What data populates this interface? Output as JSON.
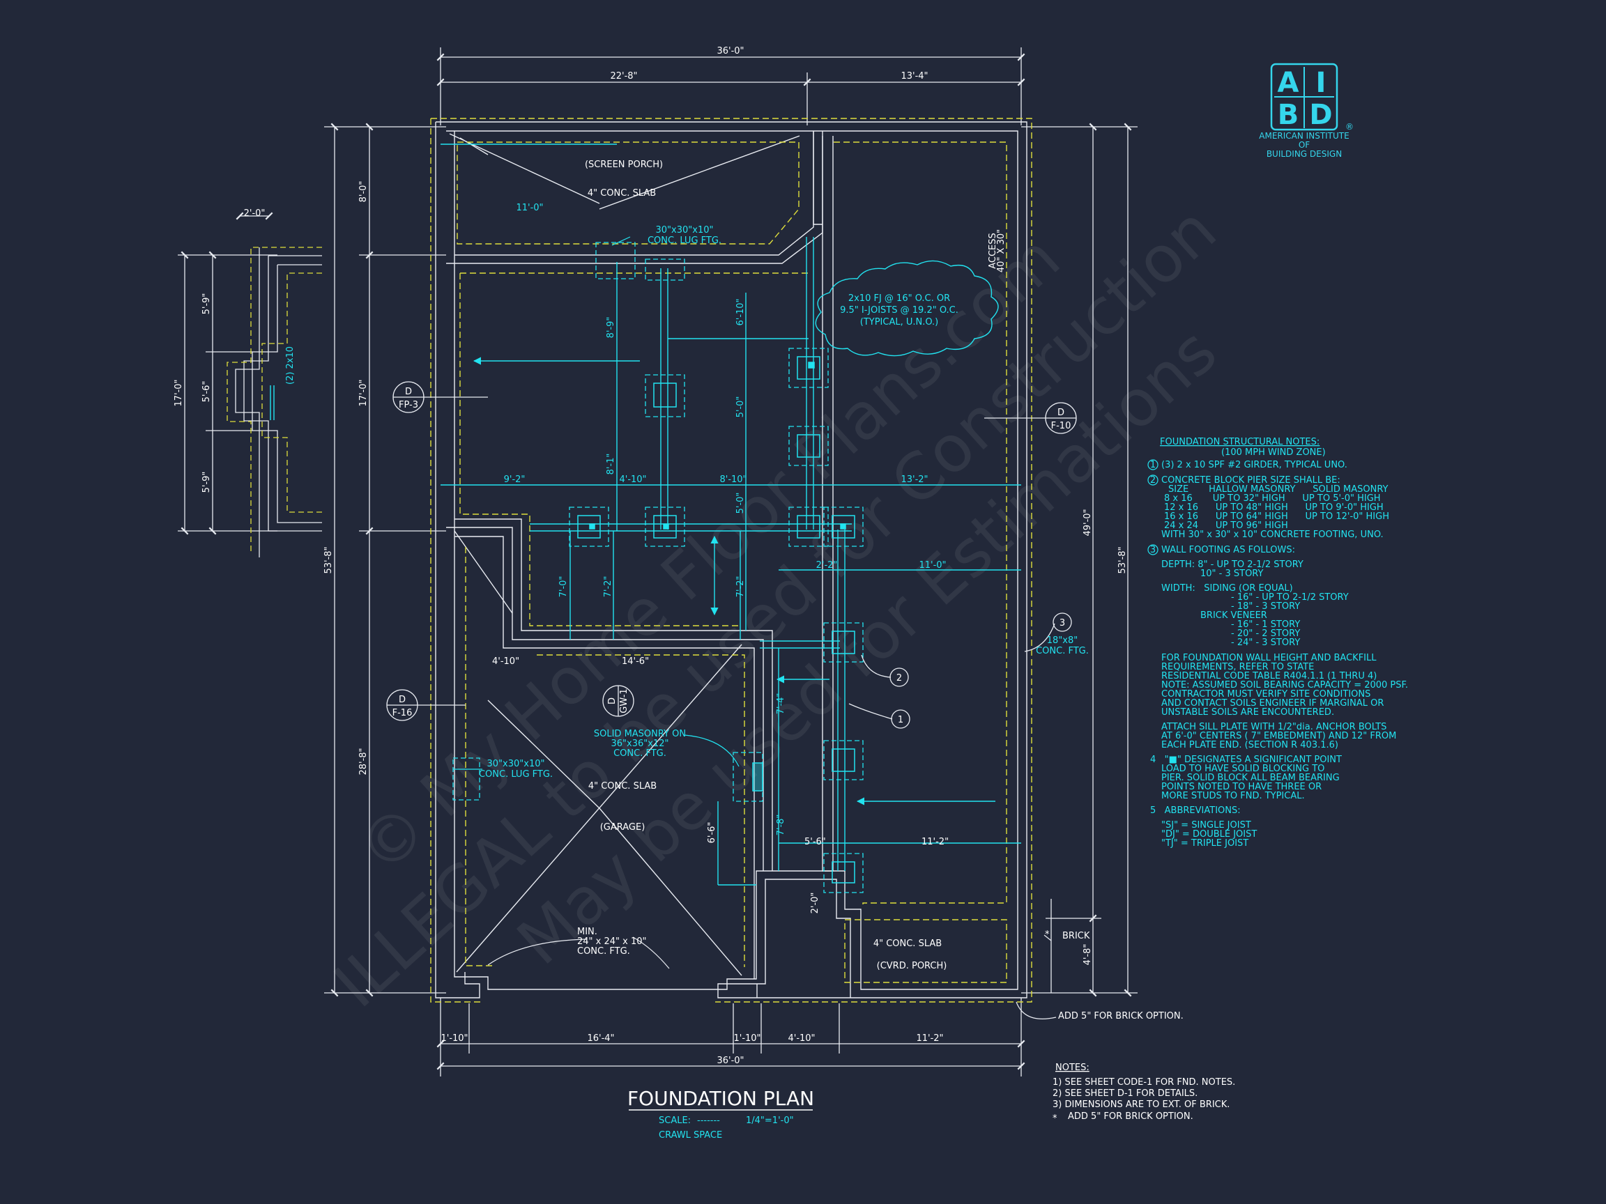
{
  "colors": {
    "background": "#222839",
    "line": "#e9ecf2",
    "cyan": "#22e3f0",
    "yellow": "#dede3c",
    "logo": "#35d6ec"
  },
  "logo": {
    "letters": [
      "A",
      "I",
      "B",
      "D"
    ],
    "registered": "®",
    "line1": "AMERICAN INSTITUTE",
    "line2": "OF",
    "line3": "BUILDING DESIGN"
  },
  "dims": {
    "top_total": "36'-0\"",
    "top_left": "22'-8\"",
    "top_right": "13'-4\"",
    "bottom_total": "36'-0\"",
    "bottom_1": "1'-10\"",
    "bottom_2": "16'-4\"",
    "bottom_3": "1'-10\"",
    "bottom_4": "4'-10\"",
    "bottom_5": "11'-2\"",
    "left_top": "8'-0\"",
    "left_mid": "17'-0\"",
    "left_bottom": "28'-8\"",
    "left_total": "53'-8\"",
    "right_main": "49'-0\"",
    "right_total": "53'-8\"",
    "right_small": "4'-8\"",
    "detail_top": "2'-0\"",
    "detail_a": "5'-9\"",
    "detail_b": "5'-6\"",
    "detail_c": "5'-9\"",
    "detail_total": "17'-0\"",
    "detail_note": "(2) 2x10",
    "porch_11": "11'-0\"",
    "girder_1": "9'-2\"",
    "girder_2": "4'-10\"",
    "girder_3": "8'-10\"",
    "girder_4": "13'-2\"",
    "v_8_9": "8'-9\"",
    "v_6_10": "6'-10\"",
    "v_5_0": "5'-0\"",
    "v_8_1": "8'-1\"",
    "v_5_0b": "5'-0\"",
    "v_7_0": "7'-0\"",
    "v_7_2a": "7'-2\"",
    "v_7_2b": "7'-2\"",
    "d_2_2": "2'-2\"",
    "d_11_0": "11'-0\"",
    "d_4_10": "4'-10\"",
    "d_14_6": "14'-6\"",
    "v_7_4": "7'-4\"",
    "v_7_8": "7'-8\"",
    "v_6_6": "6'-6\"",
    "d_5_6": "5'-6\"",
    "d_11_2": "11'-2\"",
    "v_2_0": "2'-0\""
  },
  "labels": {
    "screen_porch": "(SCREEN PORCH)",
    "slab_1": "4\" CONC. SLAB",
    "lug_1a": "30\"x30\"x10\"",
    "lug_1b": "CONC. LUG FTG.",
    "access_1": "ACCESS",
    "access_2": "40\" X 30\"",
    "cloud_1": "2x10 FJ @ 16\" O.C. OR",
    "cloud_2": "9.5\" I-JOISTS @ 19.2\" O.C.",
    "cloud_3": "(TYPICAL, U.N.O.)",
    "solid_1": "SOLID MASONRY ON",
    "solid_2": "36\"x36\"x12\"",
    "solid_3": "CONC. FTG.",
    "slab_2": "4\" CONC. SLAB",
    "garage": "(GARAGE)",
    "lug_2a": "30\"x30\"x10\"",
    "lug_2b": "CONC. LUG FTG.",
    "min_1": "MIN.",
    "min_2": "24\" x 24\" x 10\"",
    "min_3": "CONC. FTG.",
    "slab_3": "4\" CONC. SLAB",
    "cvrd_porch": "(CVRD. PORCH)",
    "brick": "BRICK",
    "add_brick": "ADD 5\" FOR BRICK OPTION.",
    "ftg_1": "18\"x8\"",
    "ftg_2": "CONC. FTG."
  },
  "tags": {
    "fp3_top": "D",
    "fp3_bot": "FP-3",
    "f10_top": "D",
    "f10_bot": "F-10",
    "f16_top": "D",
    "f16_bot": "F-16",
    "gw1_top": "D",
    "gw1_bot": "GW-1",
    "t1": "1",
    "t2": "2",
    "t3": "3"
  },
  "title": {
    "name": "FOUNDATION PLAN",
    "scale_label": "SCALE:",
    "scale_dashes": "-------",
    "scale_value": "1/4\"=1'-0\"",
    "sub": "CRAWL SPACE"
  },
  "notes_block": {
    "title": "NOTES:",
    "n1": "1)  SEE SHEET CODE-1 FOR FND. NOTES.",
    "n2": "2)  SEE SHEET D-1 FOR DETAILS.",
    "n3": "3)  DIMENSIONS ARE TO EXT. OF BRICK.",
    "n4_mark": "*",
    "n4": "ADD 5\" FOR BRICK OPTION."
  },
  "structural_notes": {
    "title": "FOUNDATION STRUCTURAL NOTES:",
    "subtitle": "(100 MPH WIND ZONE)",
    "l01": "(3) 2 x 10 SPF #2 GIRDER, TYPICAL UNO.",
    "l02": "CONCRETE BLOCK PIER SIZE SHALL BE:",
    "l03": "SIZE       HALLOW MASONRY      SOLID MASONRY",
    "l04": "8 x 16       UP TO 32\" HIGH      UP TO 5'-0\" HIGH",
    "l05": "12 x 16      UP TO 48\" HIGH      UP TO 9'-0\" HIGH",
    "l06": "16 x 16      UP TO 64\" HIGH      UP TO 12'-0\" HIGH",
    "l07": "24 x 24      UP TO 96\" HIGH",
    "l08": "WITH 30\" x 30\" x 10\" CONCRETE FOOTING, UNO.",
    "l09": "WALL FOOTING AS FOLLOWS:",
    "l10": "DEPTH:  8\" - UP TO 2-1/2 STORY",
    "l11": "10\" - 3 STORY",
    "l12": "WIDTH:   SIDING (OR EQUAL)",
    "l13": "- 16\" - UP TO 2-1/2 STORY",
    "l14": "- 18\" - 3 STORY",
    "l15": "BRICK VENEER",
    "l16": "- 16\" - 1 STORY",
    "l17": "- 20\" - 2 STORY",
    "l18": "- 24\" - 3 STORY",
    "l19": "FOR FOUNDATION WALL HEIGHT AND BACKFILL",
    "l20": "REQUIREMENTS, REFER TO STATE",
    "l21": "RESIDENTIAL CODE TABLE R404.1.1 (1 THRU 4)",
    "l22": "NOTE: ASSUMED SOIL BEARING CAPACITY = 2000 PSF.",
    "l23": "CONTRACTOR MUST VERIFY SITE CONDITIONS",
    "l24": "AND CONTACT SOILS ENGINEER IF MARGINAL OR",
    "l25": "UNSTABLE SOILS ARE ENCOUNTERED.",
    "l26": "ATTACH SILL PLATE WITH 1/2\"dia. ANCHOR BOLTS",
    "l27": "AT 6'-0\" CENTERS ( 7\" EMBEDMENT) AND 12\" FROM",
    "l28": "EACH PLATE END. (SECTION R 403.1.6)",
    "l29": "4   \"■\" DESIGNATES A SIGNIFICANT POINT",
    "l30": "LOAD TO HAVE SOLID BLOCKING TO",
    "l31": "PIER. SOLID BLOCK ALL BEAM BEARING",
    "l32": "POINTS NOTED TO HAVE THREE OR",
    "l33": "MORE STUDS TO FND. TYPICAL.",
    "l34": "5   ABBREVIATIONS:",
    "l35": "\"SJ\" = SINGLE JOIST",
    "l36": "\"DJ\" = DOUBLE JOIST",
    "l37": "\"TJ\" = TRIPLE JOIST",
    "c1": "1",
    "c2": "2",
    "c3": "3"
  },
  "watermark": {
    "line1": "© My Home Floor Plans.com",
    "line2": "ILLEGAL to be used for Construction",
    "line3": "May be used for Estimations"
  }
}
